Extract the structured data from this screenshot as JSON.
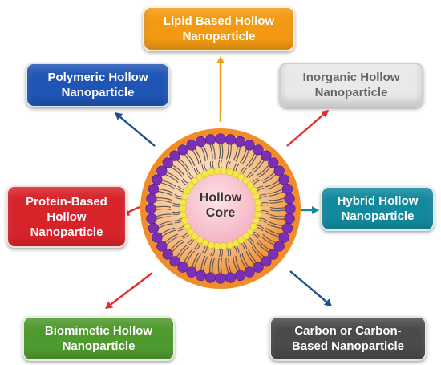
{
  "center": {
    "line1": "Hollow",
    "line2": "Core"
  },
  "boxes": {
    "lipid": {
      "line1": "Lipid Based Hollow",
      "line2": "Nanoparticle",
      "color": "#f39a12"
    },
    "polymeric": {
      "line1": "Polymeric Hollow",
      "line2": "Nanoparticle",
      "color": "#1f55b5"
    },
    "inorganic": {
      "line1": "Inorganic Hollow",
      "line2": "Nanoparticle",
      "color": "#e9e9e9"
    },
    "protein": {
      "line1": "Protein-Based",
      "line2": "Hollow",
      "line3": "Nanoparticle",
      "color": "#d9232b"
    },
    "hybrid": {
      "line1": "Hybrid Hollow",
      "line2": "Nanoparticle",
      "color": "#128a9e"
    },
    "biomimetic": {
      "line1": "Biomimetic Hollow",
      "line2": "Nanoparticle",
      "color": "#4f9a2e"
    },
    "carbon": {
      "line1": "Carbon or Carbon-",
      "line2": "Based Nanoparticle",
      "color": "#4a4a4a"
    }
  },
  "colors": {
    "outer_ring": "#f28c28",
    "outer_beads": "#7b2fb5",
    "inner_beads": "#f5e64a",
    "core_fill": "#f9c9d2",
    "tails": "#555555",
    "arrow_blue": "#1d4f8c",
    "arrow_red": "#e0302f",
    "arrow_orange": "#f39a12",
    "arrow_teal": "#128a9e"
  }
}
